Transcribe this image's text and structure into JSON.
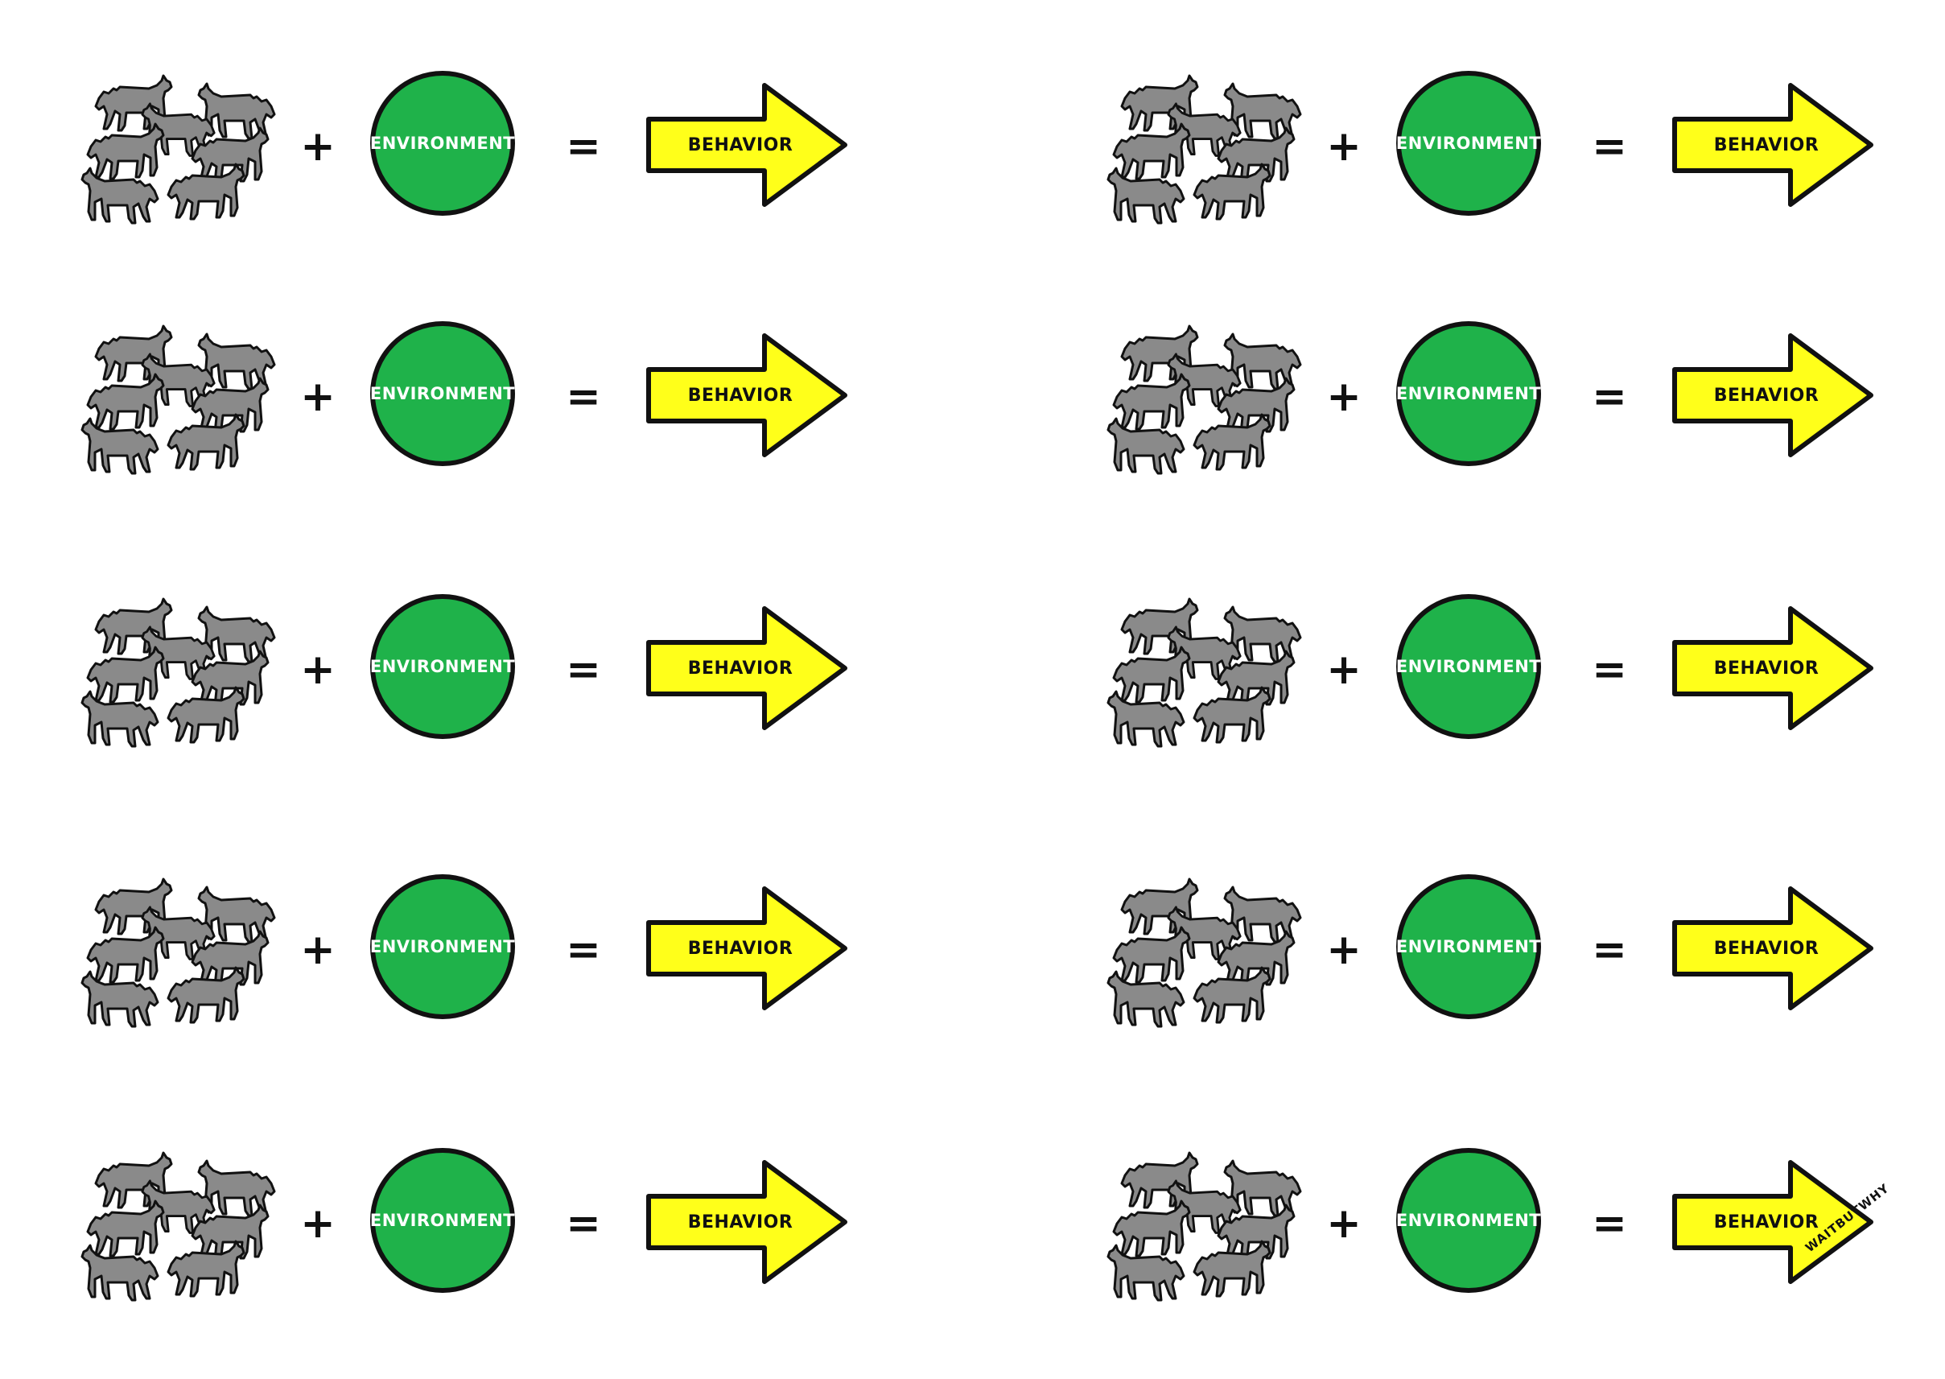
{
  "equation": {
    "plus_sign": "+",
    "equals_sign": "=",
    "environment_label": "ENVIRONMENT",
    "behavior_label": "BEHAVIOR"
  },
  "colors": {
    "wolf_fill": "#8a8a8a",
    "wolf_outline": "#111111",
    "environment_fill": "#1fb24a",
    "behavior_fill": "#ffff1a",
    "outline": "#111111"
  },
  "icons": {
    "pack": "wolf-pack-icon",
    "environment": "green-circle",
    "behavior": "yellow-arrow"
  },
  "layout": {
    "columns": 2,
    "rows": 5
  },
  "signature": "WAITBUTWHY"
}
